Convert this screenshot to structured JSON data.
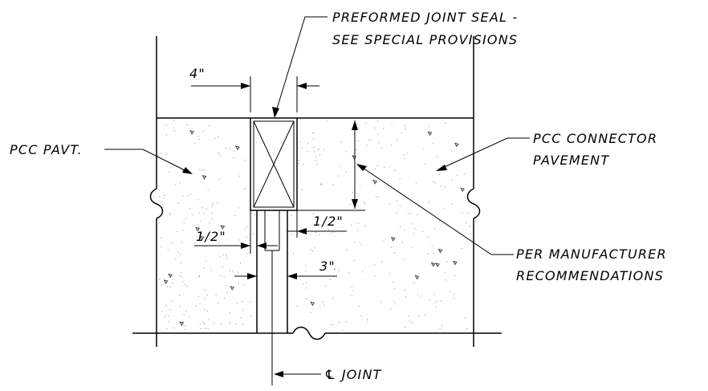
{
  "drawing": {
    "labels": {
      "seal_line1": "PREFORMED JOINT SEAL -",
      "seal_line2": "SEE SPECIAL PROVISIONS",
      "pcc_pavt": "PCC PAVT.",
      "connector_line1": "PCC CONNECTOR",
      "connector_line2": "PAVEMENT",
      "mfr_line1": "PER MANUFACTURER",
      "mfr_line2": "RECOMMENDATIONS",
      "joint": "℄ JOINT"
    },
    "dimensions": {
      "top_width": "4\"",
      "half_inch_right": "1/2\"",
      "half_inch_left": "1/2\"",
      "three_inch": "3\""
    }
  }
}
